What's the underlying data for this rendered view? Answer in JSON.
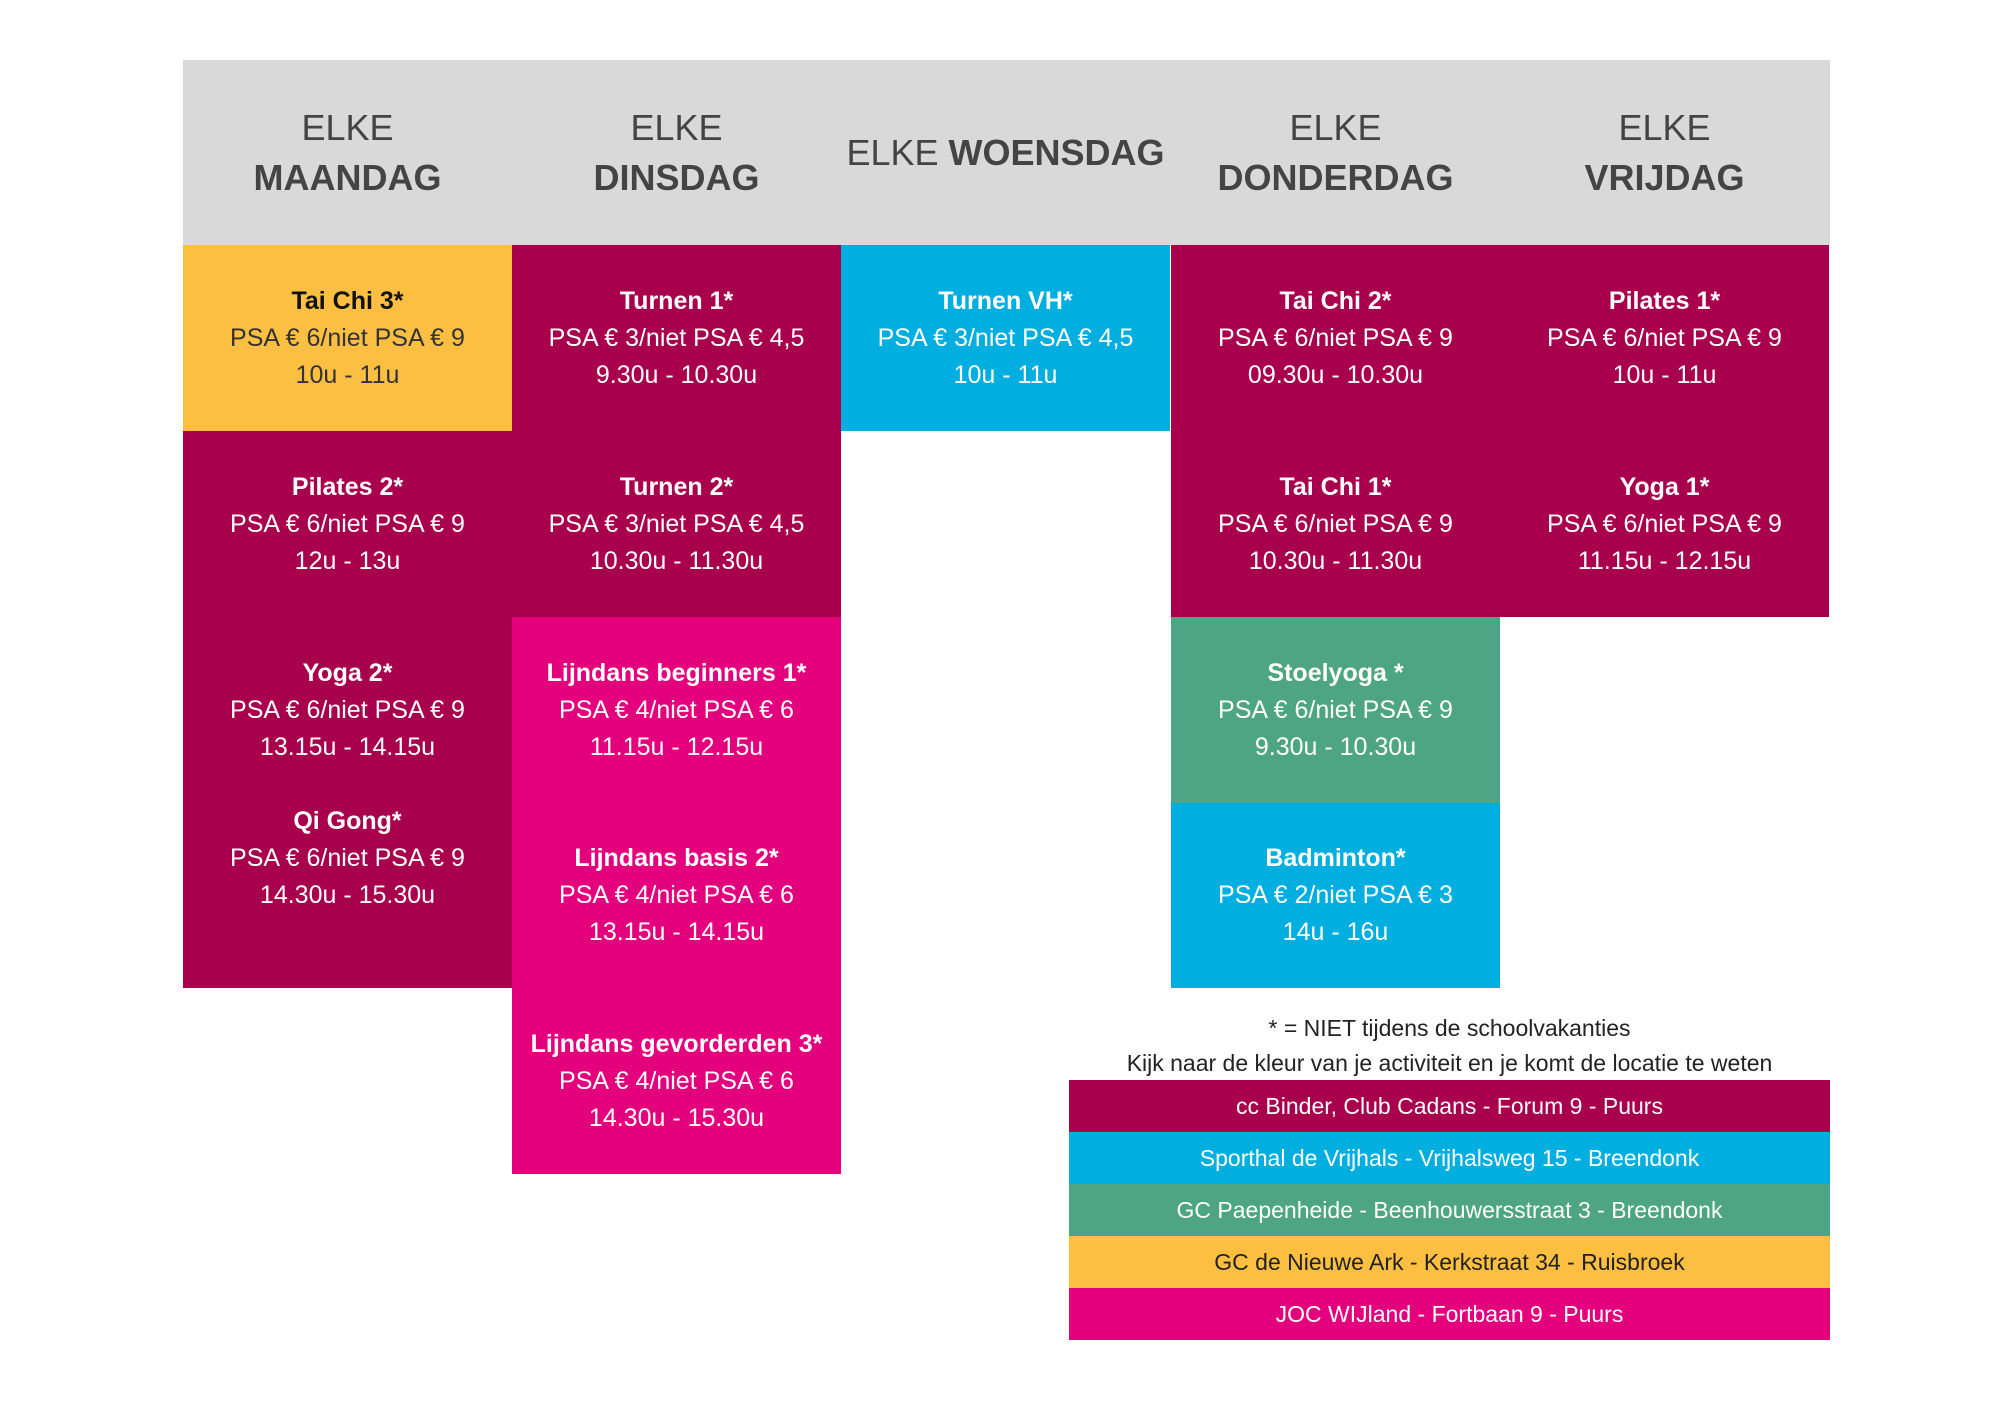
{
  "days": [
    {
      "prefix": "ELKE",
      "name": "MAANDAG"
    },
    {
      "prefix": "ELKE",
      "name": "DINSDAG"
    },
    {
      "prefix": "ELKE",
      "name": "WOENSDAG"
    },
    {
      "prefix": "ELKE",
      "name": "DONDERDAG"
    },
    {
      "prefix": "ELKE",
      "name": "VRIJDAG"
    }
  ],
  "activities": {
    "mon": [
      {
        "title": "Tai Chi 3*",
        "price": "PSA € 6/niet PSA € 9",
        "time": "10u - 11u",
        "color": "#fdbf42"
      },
      {
        "title": "Pilates 2*",
        "price": "PSA € 6/niet PSA € 9",
        "time": "12u - 13u",
        "color": "#a8004d"
      },
      {
        "title": "Yoga 2*",
        "price": "PSA € 6/niet PSA € 9",
        "time": "13.15u - 14.15u",
        "color": "#a8004d"
      },
      {
        "title": "Qi Gong*",
        "price": "PSA € 6/niet PSA € 9",
        "time": "14.30u - 15.30u",
        "color": "#a8004d"
      }
    ],
    "tue": [
      {
        "title": "Turnen 1*",
        "price": "PSA € 3/niet PSA € 4,5",
        "time": "9.30u - 10.30u",
        "color": "#a8004d"
      },
      {
        "title": "Turnen 2*",
        "price": "PSA € 3/niet PSA € 4,5",
        "time": "10.30u - 11.30u",
        "color": "#a8004d"
      },
      {
        "title": "Lijndans beginners 1*",
        "price": "PSA € 4/niet PSA € 6",
        "time": "11.15u - 12.15u",
        "color": "#e4007c"
      },
      {
        "title": "Lijndans basis 2*",
        "price": "PSA € 4/niet PSA € 6",
        "time": "13.15u - 14.15u",
        "color": "#e4007c"
      },
      {
        "title": "Lijndans gevorderden 3*",
        "price": "PSA € 4/niet PSA € 6",
        "time": "14.30u - 15.30u",
        "color": "#e4007c"
      }
    ],
    "wed": [
      {
        "title": "Turnen VH*",
        "price": "PSA € 3/niet PSA € 4,5",
        "time": "10u - 11u",
        "color": "#00aee0"
      }
    ],
    "thu": [
      {
        "title": "Tai Chi 2*",
        "price": "PSA € 6/niet PSA € 9",
        "time": "09.30u - 10.30u",
        "color": "#a8004d"
      },
      {
        "title": "Tai Chi 1*",
        "price": "PSA € 6/niet PSA € 9",
        "time": "10.30u - 11.30u",
        "color": "#a8004d"
      },
      {
        "title": "Stoelyoga *",
        "price": "PSA € 6/niet PSA € 9",
        "time": "9.30u - 10.30u",
        "color": "#4ea585"
      },
      {
        "title": "Badminton*",
        "price": "PSA € 2/niet PSA € 3",
        "time": "14u - 16u",
        "color": "#00aee0"
      }
    ],
    "fri": [
      {
        "title": "Pilates 1*",
        "price": "PSA € 6/niet PSA € 9",
        "time": "10u - 11u",
        "color": "#a8004d"
      },
      {
        "title": "Yoga 1*",
        "price": "PSA € 6/niet PSA € 9",
        "time": "11.15u - 12.15u",
        "color": "#a8004d"
      }
    ]
  },
  "notes": {
    "line1": "* = NIET tijdens de schoolvakanties",
    "line2": "Kijk naar de kleur van je activiteit en je komt de locatie te weten"
  },
  "legend": [
    {
      "label": "cc Binder, Club Cadans - Forum 9 - Puurs",
      "color": "#a8004d"
    },
    {
      "label": "Sporthal de Vrijhals - Vrijhalsweg 15 - Breendonk",
      "color": "#00aee0"
    },
    {
      "label": "GC Paepenheide - Beenhouwersstraat 3 - Breendonk",
      "color": "#4ea585"
    },
    {
      "label": "GC de Nieuwe Ark - Kerkstraat 34 - Ruisbroek",
      "color": "#fdbf42"
    },
    {
      "label": "JOC WIJland - Fortbaan 9 - Puurs",
      "color": "#e4007c"
    }
  ]
}
